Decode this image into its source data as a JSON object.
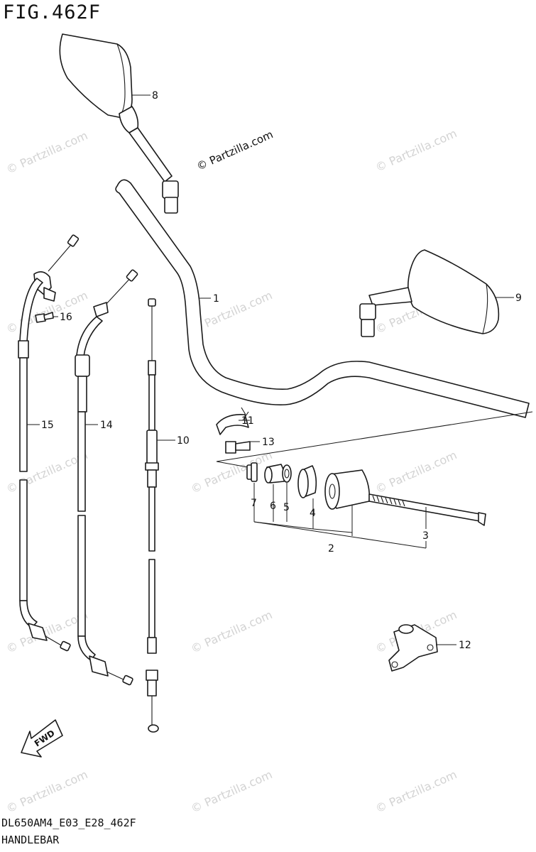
{
  "header": {
    "figure_title": "FIG.462F"
  },
  "footer": {
    "model_code": "DL650AM4_E03_E28_462F",
    "section_name": "HANDLEBAR"
  },
  "watermark": {
    "text": "© Partzilla.com",
    "text_main": "© Partzilla.com"
  },
  "fwd_label": "FWD",
  "callouts": {
    "c1": "1",
    "c2": "2",
    "c3": "3",
    "c4": "4",
    "c5": "5",
    "c6": "6",
    "c7": "7",
    "c8": "8",
    "c9": "9",
    "c10": "10",
    "c11": "11",
    "c12": "12",
    "c13": "13",
    "c14": "14",
    "c15": "15",
    "c16": "16"
  },
  "colors": {
    "line": "#1a1a1a",
    "watermark": "#d3d3d3",
    "background": "#ffffff"
  }
}
